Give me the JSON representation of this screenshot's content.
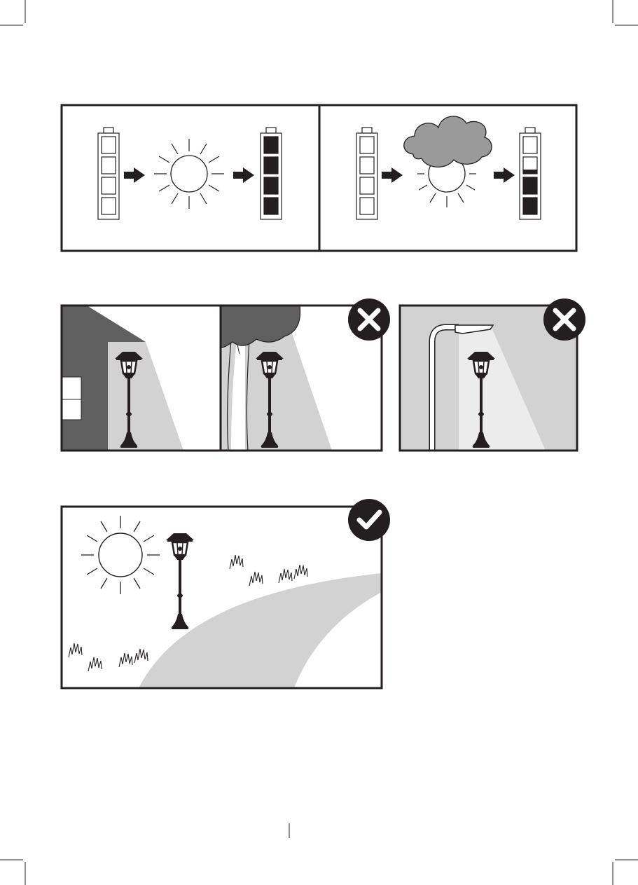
{
  "page": {
    "type": "solar lamp placement instruction illustration"
  },
  "colors": {
    "ink": "#231f20",
    "wall": "#5f5f5f",
    "cloud": "#9a9a9a",
    "shadow": "#d2d2d2",
    "lightbeam": "#ececec",
    "background": "#ffffff"
  },
  "icons": {
    "charging_panels": [
      "battery-empty-icon",
      "sun-icon",
      "battery-full-icon",
      "battery-empty-icon",
      "cloud-covered-sun-icon",
      "battery-partial-icon"
    ],
    "placement_wrong": [
      "house-shade-scene",
      "tree-shade-scene",
      "street-light-scene",
      "cross-mark-icon"
    ],
    "placement_right": [
      "sun-icon",
      "solar-lamp-icon",
      "grass-icon",
      "path-icon",
      "check-mark-icon"
    ]
  },
  "battery_levels": {
    "sunny": {
      "before": 0,
      "after": 4
    },
    "cloudy": {
      "before": 0,
      "after": 2.5
    }
  }
}
